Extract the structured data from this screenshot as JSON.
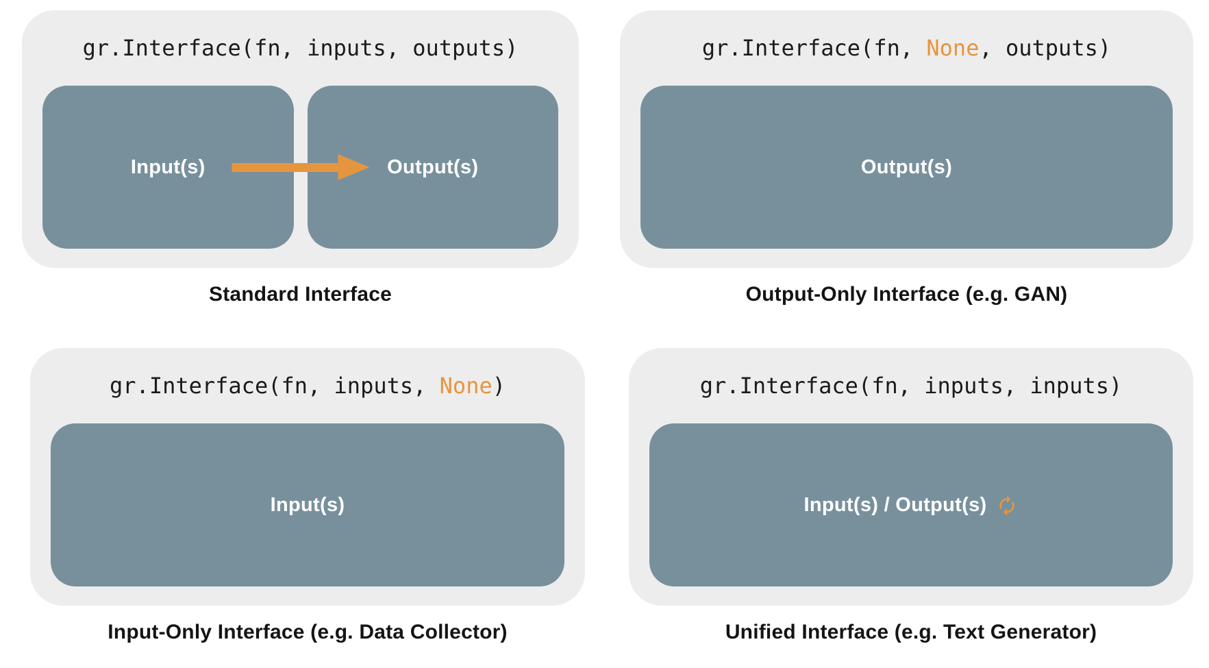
{
  "colors": {
    "page_bg": "#ffffff",
    "panel_bg": "#ededed",
    "box_bg": "#78909c",
    "box_text": "#ffffff",
    "code_text": "#1b1b1b",
    "caption_text": "#141414",
    "accent_orange": "#e6953f"
  },
  "icons": {
    "unified_box_icon": "sync-icon",
    "flow_arrow": "right-arrow-icon"
  },
  "panels": [
    {
      "name": "standard-interface",
      "code_segments": [
        {
          "text": "gr.Interface(fn, inputs, outputs)",
          "highlight": false
        }
      ],
      "boxes": [
        {
          "label": "Input(s)"
        },
        {
          "label": "Output(s)"
        }
      ],
      "has_arrow": true,
      "caption": "Standard Interface"
    },
    {
      "name": "output-only-interface",
      "code_segments": [
        {
          "text": "gr.Interface(fn, ",
          "highlight": false
        },
        {
          "text": "None",
          "highlight": true
        },
        {
          "text": ", outputs)",
          "highlight": false
        }
      ],
      "boxes": [
        {
          "label": "Output(s)"
        }
      ],
      "has_arrow": false,
      "caption": "Output-Only Interface (e.g. GAN)"
    },
    {
      "name": "input-only-interface",
      "code_segments": [
        {
          "text": "gr.Interface(fn, inputs, ",
          "highlight": false
        },
        {
          "text": "None",
          "highlight": true
        },
        {
          "text": ")",
          "highlight": false
        }
      ],
      "boxes": [
        {
          "label": "Input(s)"
        }
      ],
      "has_arrow": false,
      "caption": "Input-Only Interface (e.g. Data Collector)"
    },
    {
      "name": "unified-interface",
      "code_segments": [
        {
          "text": "gr.Interface(fn, inputs, inputs)",
          "highlight": false
        }
      ],
      "boxes": [
        {
          "label": "Input(s) / Output(s)",
          "icon": "sync-icon"
        }
      ],
      "has_arrow": false,
      "caption": "Unified Interface (e.g. Text Generator)"
    }
  ]
}
